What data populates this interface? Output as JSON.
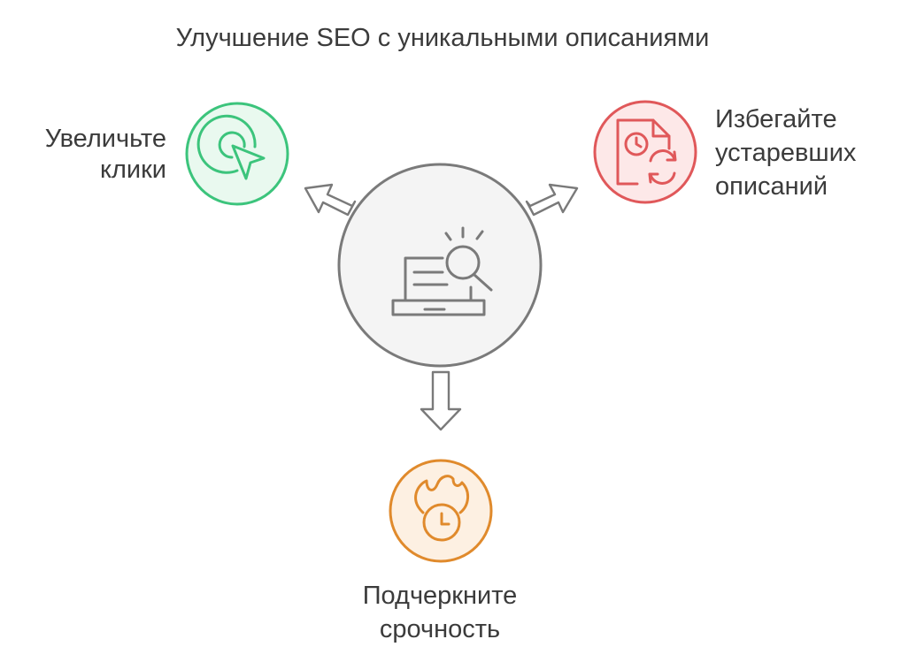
{
  "title": "Улучшение SEO с уникальными описаниями",
  "center": {
    "icon": "laptop-search-icon"
  },
  "nodes": [
    {
      "id": "clicks",
      "label_lines": [
        "Увеличьте",
        "клики"
      ],
      "icon": "cursor-click-icon",
      "stroke": "#3cc47c",
      "fill": "#e9f9ef"
    },
    {
      "id": "outdated",
      "label_lines": [
        "Избегайте",
        "устаревших",
        "описаний"
      ],
      "icon": "document-refresh-icon",
      "stroke": "#e0585a",
      "fill": "#fde8e8"
    },
    {
      "id": "urgency",
      "label_lines": [
        "Подчеркните",
        "срочность"
      ],
      "icon": "fire-clock-icon",
      "stroke": "#e08a2c",
      "fill": "#fdf0e2"
    }
  ],
  "colors": {
    "center_stroke": "#7a7a7a",
    "center_fill": "#f4f4f4",
    "arrow_stroke": "#7a7a7a",
    "text": "#3b3b3b"
  }
}
